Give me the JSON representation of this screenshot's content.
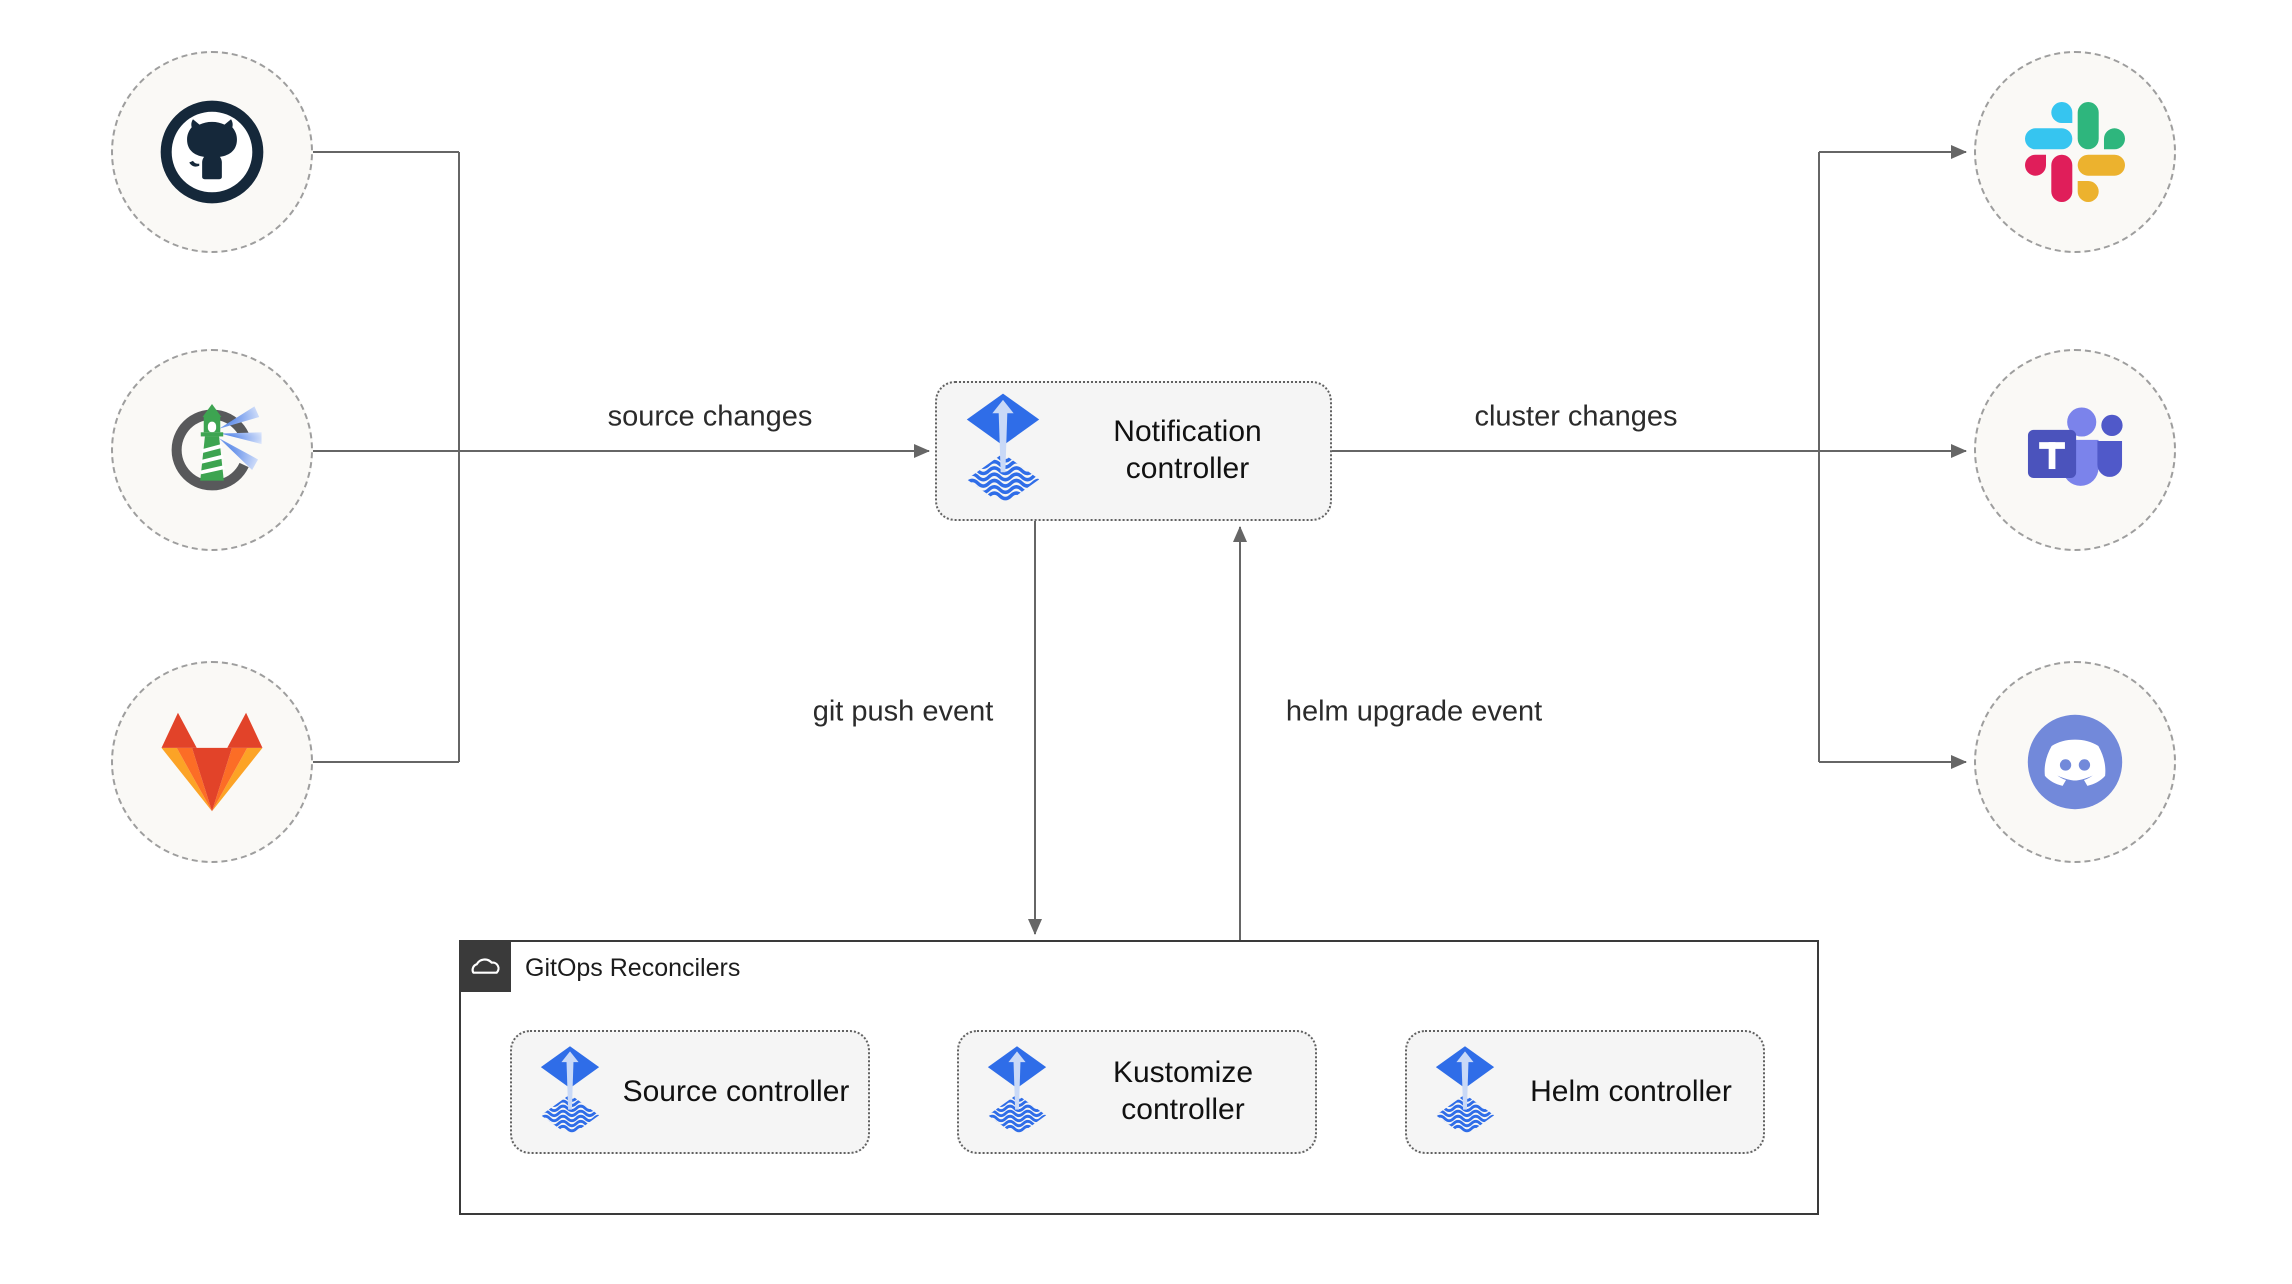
{
  "edges": {
    "source_changes": "source changes",
    "cluster_changes": "cluster changes",
    "git_push_event": "git push event",
    "helm_upgrade_event": "helm upgrade event"
  },
  "nodes": {
    "notification": {
      "label": "Notification controller",
      "icon": "flux-icon"
    },
    "source": {
      "label": "Source controller",
      "icon": "flux-icon"
    },
    "kustomize": {
      "label": "Kustomize controller",
      "icon": "flux-icon"
    },
    "helm": {
      "label": "Helm controller",
      "icon": "flux-icon"
    }
  },
  "container": {
    "label": "GitOps Reconcilers",
    "icon": "cloud-icon"
  },
  "source_icons": [
    {
      "name": "github-icon"
    },
    {
      "name": "harbor-icon"
    },
    {
      "name": "gitlab-icon"
    }
  ],
  "target_icons": [
    {
      "name": "slack-icon"
    },
    {
      "name": "teams-icon"
    },
    {
      "name": "discord-icon"
    }
  ],
  "colors": {
    "line": "#666666",
    "text": "#111111",
    "node_fill": "#F5F5F5",
    "node_border": "#616161",
    "circle_fill": "#FAF9F6",
    "circle_border": "#9E9E9E",
    "container_border": "#3A3A3A",
    "flux_blue": "#2F6DE8",
    "flux_light": "#C9D9F7",
    "github": "#15283A",
    "harbor_gray": "#58595B",
    "harbor_green": "#3DA451",
    "harbor_beam": "#5B8DEE",
    "gitlab_red": "#E24329",
    "gitlab_orange": "#FC6D26",
    "gitlab_yellow": "#FCA326",
    "slack_blue": "#36C5F0",
    "slack_green": "#2EB67D",
    "slack_red": "#E01E5A",
    "slack_yellow": "#ECB22E",
    "teams_dark": "#4B53BC",
    "teams_light": "#7B83EB",
    "teams_mid": "#5059C9",
    "discord": "#7289DA"
  }
}
